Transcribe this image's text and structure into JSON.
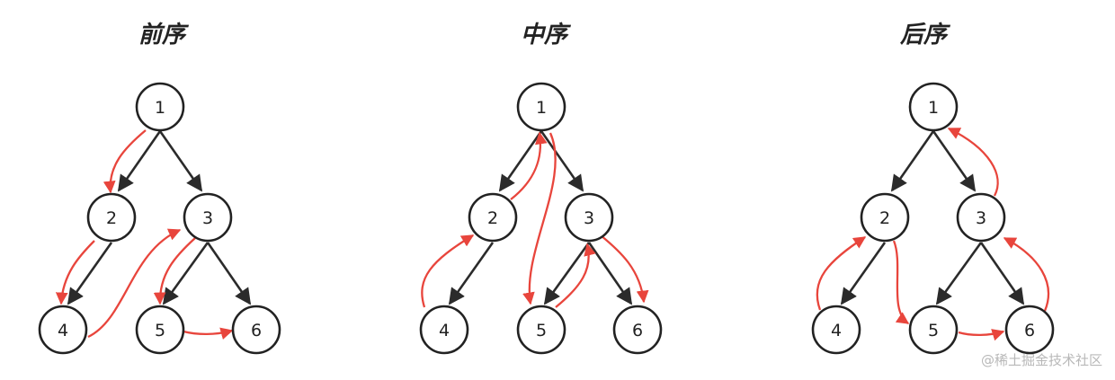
{
  "trees": [
    {
      "title": "前序",
      "nodes": [
        "1",
        "2",
        "3",
        "4",
        "5",
        "6"
      ]
    },
    {
      "title": "中序",
      "nodes": [
        "1",
        "2",
        "3",
        "4",
        "5",
        "6"
      ]
    },
    {
      "title": "后序",
      "nodes": [
        "1",
        "2",
        "3",
        "4",
        "5",
        "6"
      ]
    }
  ],
  "colors": {
    "node_stroke": "#222222",
    "edge": "#2b2b2b",
    "traversal": "#e8453c"
  },
  "watermark": "@稀土掘金技术社区"
}
